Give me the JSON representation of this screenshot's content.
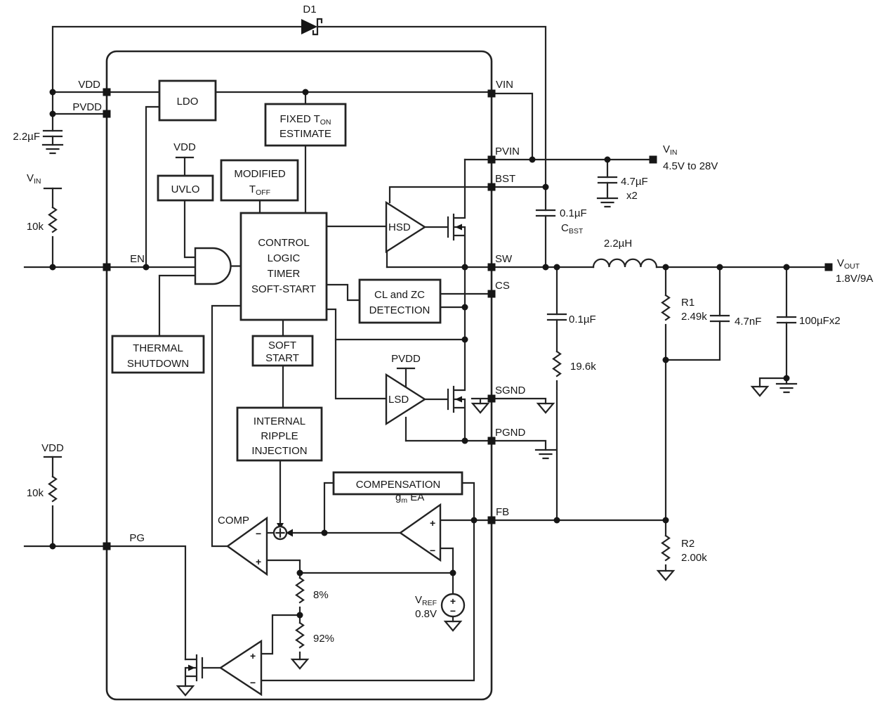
{
  "diagram_type": "power-regulator block diagram schematic",
  "labels": {
    "d1": "D1",
    "vdd": "VDD",
    "pvdd": "PVDD",
    "en": "EN",
    "pg": "PG",
    "vin": "VIN",
    "pvin": "PVIN",
    "bst": "BST",
    "sw": "SW",
    "cs": "CS",
    "sgnd": "SGND",
    "pgnd": "PGND",
    "fb": "FB",
    "v_main": "V",
    "sub_in": "IN",
    "sub_out": "OUT",
    "sub_ref": "REF",
    "sub_bst": "BST",
    "c_main": "C",
    "vin_range": "4.5V to 28V",
    "vout_rating": "1.8V/9A",
    "cap_2u2": "2.2µF",
    "cap_4u7": "4.7µF",
    "x2": "x2",
    "cap_01": "0.1µF",
    "cap_ff": "4.7nF",
    "cap_out": "100µFx2",
    "ind": "2.2µH",
    "res_10k": "10k",
    "res_196k": "19.6k",
    "r1": "R1",
    "r1_val": "2.49k",
    "r2": "R2",
    "r2_val": "2.00k",
    "vref_val": "0.8V",
    "pct8": "8%",
    "pct92": "92%",
    "plus": "+",
    "minus": "−"
  },
  "blocks": {
    "ldo": {
      "l1": "LDO"
    },
    "uvlo": {
      "l1": "UVLO"
    },
    "fixed_ton": {
      "l1_main": "FIXED T",
      "l1_sub": "ON",
      "l2": "ESTIMATE"
    },
    "modified_toff": {
      "l1": "MODIFIED",
      "l2_main": "T",
      "l2_sub": "OFF"
    },
    "control": {
      "l1": "CONTROL",
      "l2": "LOGIC",
      "l3": "TIMER",
      "l4": "SOFT-START"
    },
    "clzc": {
      "l1": "CL and ZC",
      "l2": "DETECTION"
    },
    "soft_start": {
      "l1": "SOFT",
      "l2": "START"
    },
    "thermal": {
      "l1": "THERMAL",
      "l2": "SHUTDOWN"
    },
    "ripple": {
      "l1": "INTERNAL",
      "l2": "RIPPLE",
      "l3": "INJECTION"
    },
    "compensation": {
      "l1": "COMPENSATION"
    }
  },
  "amps": {
    "hsd": "HSD",
    "lsd": "LSD",
    "comp": "COMP",
    "gm_main": "g",
    "gm_sub": "m",
    "gm_rest": " EA"
  }
}
